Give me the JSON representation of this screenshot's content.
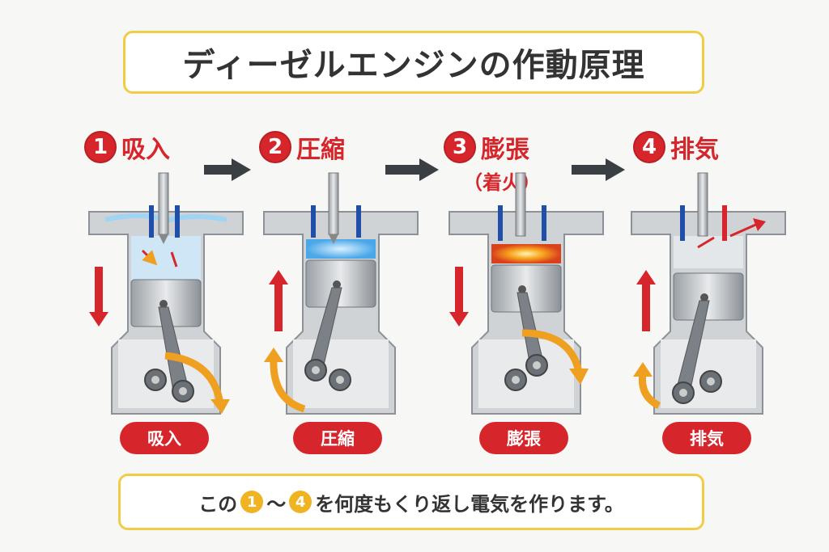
{
  "title": "ディーゼルエンジンの作動原理",
  "steps": [
    {
      "num": "1",
      "label": "吸入",
      "pill": "吸入"
    },
    {
      "num": "2",
      "label": "圧縮",
      "pill": "圧縮"
    },
    {
      "num": "3",
      "label": "膨張",
      "sub": "（着火）",
      "pill": "膨張"
    },
    {
      "num": "4",
      "label": "排気",
      "pill": "排気"
    }
  ],
  "footer": {
    "pre": "この",
    "n1": "1",
    "tilde": "〜",
    "n2": "4",
    "post": "を何度もくり返し電気を作ります。"
  },
  "colors": {
    "accent": "#d7262b",
    "frame": "#f2cc45",
    "rotation_arrow": "#f0a020",
    "intake_air": "#7cc3ef",
    "combustion": "#f5b020"
  }
}
